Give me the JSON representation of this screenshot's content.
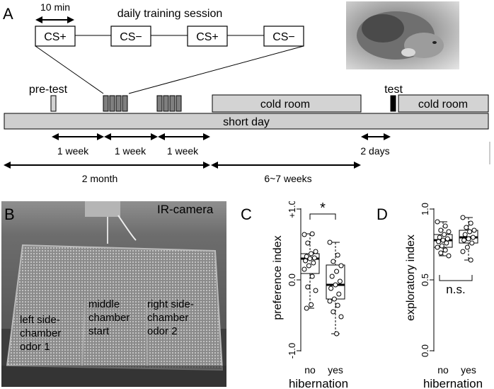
{
  "panel_a": {
    "letter": "A",
    "session_title": "daily training session",
    "duration_label": "10 min",
    "sequence": [
      "CS+",
      "CS−",
      "CS+",
      "CS−"
    ],
    "pre_test": "pre-test",
    "test": "test",
    "cold_room": "cold room",
    "short_day": "short day",
    "week_label": "1 week",
    "days_label": "2 days",
    "month_label": "2 month",
    "weeks_label": "6~7 weeks"
  },
  "panel_b": {
    "letter": "B",
    "camera": "IR-camera",
    "left": [
      "left side-",
      "chamber",
      "odor 1"
    ],
    "middle": [
      "middle",
      "chamber",
      "start"
    ],
    "right": [
      "right side-",
      "chamber",
      "odor 2"
    ]
  },
  "chart_data": [
    {
      "type": "box",
      "panel": "C",
      "ylabel": "preference index",
      "xlabel": "hibernation",
      "categories": [
        "no",
        "yes"
      ],
      "ylim": [
        -1.0,
        1.0
      ],
      "ytick_labels": [
        "+1.0",
        "0.0",
        "-1.0"
      ],
      "annotation": "*",
      "boxes": [
        {
          "category": "no",
          "min": -0.4,
          "q1": 0.09,
          "median": 0.3,
          "q3": 0.37,
          "max": 0.65
        },
        {
          "category": "yes",
          "min": -0.76,
          "q1": -0.27,
          "median": -0.07,
          "q3": 0.21,
          "max": 0.53
        }
      ],
      "points": [
        {
          "category": "no",
          "values": [
            0.64,
            0.65,
            0.52,
            0.4,
            0.37,
            0.33,
            0.31,
            0.3,
            0.27,
            0.24,
            0.2,
            0.15,
            0.05,
            -0.1,
            -0.15,
            -0.35,
            -0.4
          ]
        },
        {
          "category": "yes",
          "values": [
            0.53,
            0.35,
            0.26,
            0.2,
            0.12,
            0.05,
            -0.02,
            -0.07,
            -0.12,
            -0.2,
            -0.27,
            -0.3,
            -0.36,
            -0.45,
            -0.52,
            -0.76
          ]
        }
      ]
    },
    {
      "type": "box",
      "panel": "D",
      "ylabel": "exploratory index",
      "xlabel": "hibernation",
      "categories": [
        "no",
        "yes"
      ],
      "ylim": [
        0.0,
        1.0
      ],
      "ytick_labels": [
        "1.0",
        "0.5",
        "0.0"
      ],
      "annotation": "n.s.",
      "boxes": [
        {
          "category": "no",
          "min": 0.67,
          "q1": 0.73,
          "median": 0.78,
          "q3": 0.82,
          "max": 0.91
        },
        {
          "category": "yes",
          "min": 0.64,
          "q1": 0.76,
          "median": 0.8,
          "q3": 0.85,
          "max": 0.94
        }
      ],
      "points": [
        {
          "category": "no",
          "values": [
            0.91,
            0.88,
            0.85,
            0.84,
            0.82,
            0.8,
            0.79,
            0.78,
            0.77,
            0.76,
            0.74,
            0.73,
            0.71,
            0.69,
            0.67
          ]
        },
        {
          "category": "yes",
          "values": [
            0.94,
            0.9,
            0.87,
            0.85,
            0.84,
            0.82,
            0.8,
            0.79,
            0.78,
            0.76,
            0.73,
            0.7,
            0.64
          ]
        }
      ]
    }
  ]
}
